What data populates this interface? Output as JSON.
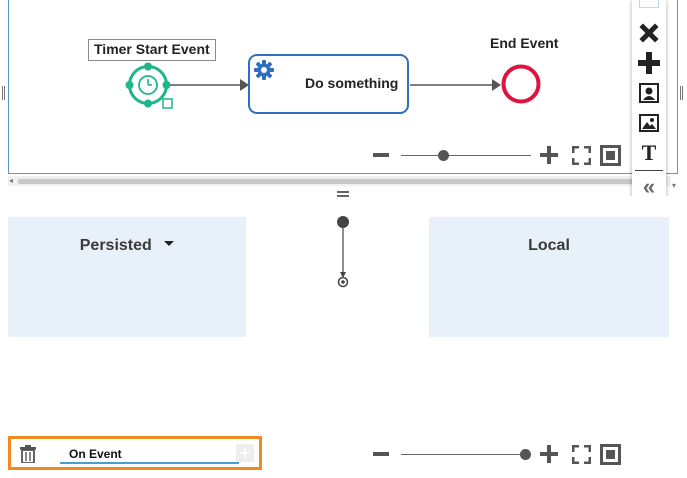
{
  "process": {
    "start_event_label": "Timer Start Event",
    "task_label": "Do something",
    "end_event_label": "End Event"
  },
  "toolbar": {
    "icons": [
      "delete-icon",
      "add-icon",
      "user-task-icon",
      "image-icon",
      "text-icon",
      "collapse-icon"
    ]
  },
  "lanes": {
    "persisted_label": "Persisted",
    "local_label": "Local"
  },
  "event_editor": {
    "value": "On Event"
  },
  "zoom": {
    "top_level_fraction": 0.33,
    "bottom_level_fraction": 1.0
  },
  "colors": {
    "timer_event": "#1fb58a",
    "task_border": "#2f6fbe",
    "end_event": "#e0123e",
    "lane_fill": "#e8f1f9",
    "highlight": "#f08a1e",
    "pane_border": "#5b9bc3"
  }
}
